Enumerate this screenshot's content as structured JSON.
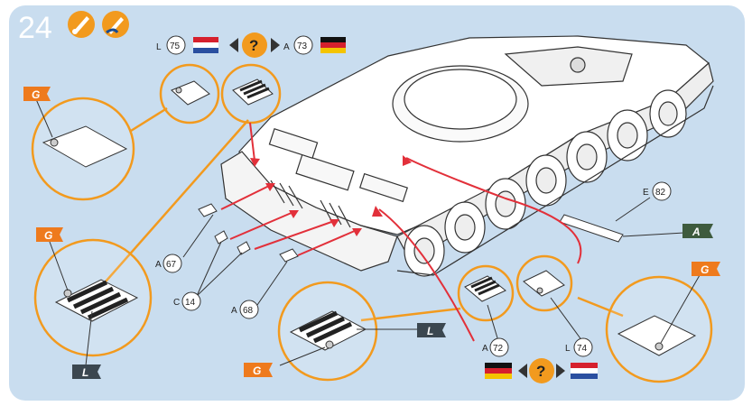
{
  "step": {
    "number": "24",
    "icons": [
      "paintbrush-icon",
      "glue-brush-icon"
    ]
  },
  "callouts": {
    "top_left_part": {
      "letter": "L",
      "number": "75",
      "flag": "netherlands-flag-icon"
    },
    "top_right_part": {
      "letter": "A",
      "number": "73",
      "flag": "germany-flag-icon"
    },
    "top_help": {
      "symbol": "?"
    },
    "part_e82": {
      "letter": "E",
      "number": "82"
    },
    "part_a67": {
      "letter": "A",
      "number": "67"
    },
    "part_c14": {
      "letter": "C",
      "number": "14"
    },
    "part_a68": {
      "letter": "A",
      "number": "68"
    },
    "part_a72": {
      "letter": "A",
      "number": "72",
      "flag": "germany-flag-icon"
    },
    "part_l74": {
      "letter": "L",
      "number": "74",
      "flag": "netherlands-flag-icon"
    },
    "bottom_help": {
      "symbol": "?"
    }
  },
  "tags": {
    "g_top_left": "G",
    "g_mid_left": "G",
    "l_bottom_left": "L",
    "l_bottom_center": "L",
    "g_bottom_center": "G",
    "g_right": "G",
    "a_right": "A"
  },
  "colors": {
    "panel": "#c9ddef",
    "orange": "#f29a1e",
    "tag_orange": "#ee7a1d",
    "tag_dark": "#3b4750",
    "tag_green": "#3e5b3e",
    "arrow_red": "#e2303a"
  }
}
